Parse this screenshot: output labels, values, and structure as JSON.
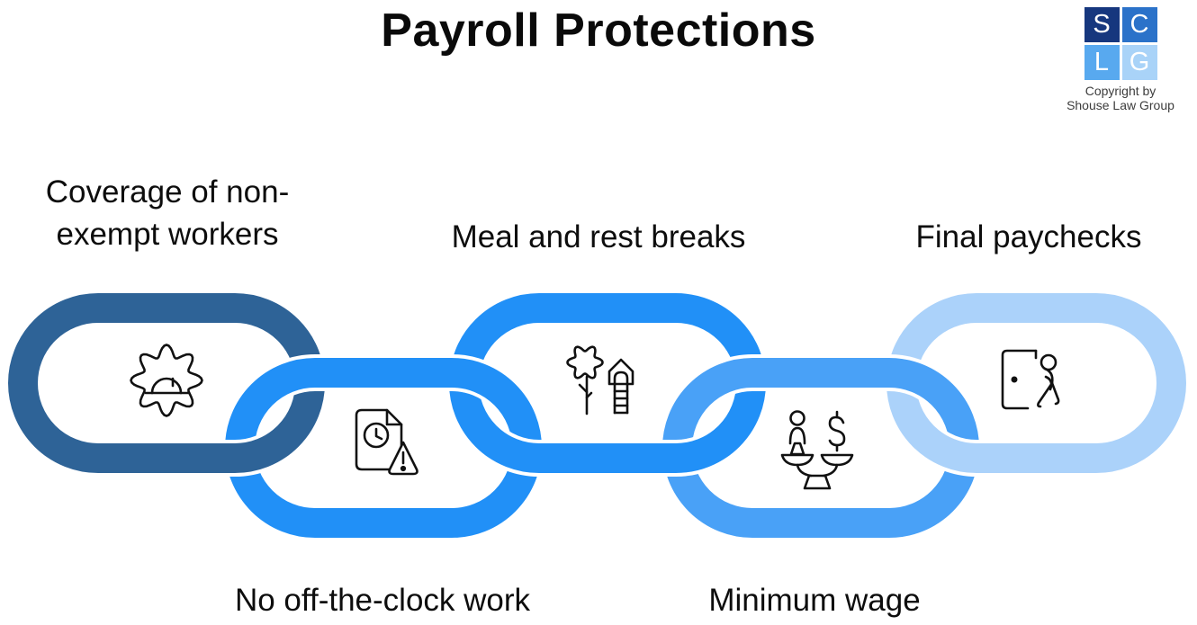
{
  "title": "Payroll Protections",
  "logo": {
    "squares": [
      {
        "letter": "S",
        "color": "#16377E"
      },
      {
        "letter": "C",
        "color": "#2B72C9"
      },
      {
        "letter": "L",
        "color": "#58A9EF"
      },
      {
        "letter": "G",
        "color": "#A9D3F8"
      }
    ],
    "copyright_lines": [
      "Copyright by",
      "Shouse Law Group"
    ]
  },
  "chain": {
    "halo_color": "#FFFFFF",
    "icon_stroke_color": "#111111",
    "links": [
      {
        "id": "coverage",
        "label": "Coverage of non-exempt workers",
        "label_lines": [
          "Coverage of non-",
          "exempt workers"
        ],
        "color": "#2E6397",
        "icon": "hardhat-gear",
        "row": "top"
      },
      {
        "id": "off-the-clock",
        "label": "No off-the-clock work",
        "label_lines": [
          "No off-the-clock work"
        ],
        "color": "#2190F7",
        "icon": "timesheet-warning",
        "row": "bottom"
      },
      {
        "id": "breaks",
        "label": "Meal and rest breaks",
        "label_lines": [
          "Meal and rest breaks"
        ],
        "color": "#2190F7",
        "icon": "tree-playground",
        "row": "top"
      },
      {
        "id": "minimum-wage",
        "label": "Minimum wage",
        "label_lines": [
          "Minimum wage"
        ],
        "color": "#49A1F7",
        "icon": "wage-scale",
        "row": "bottom"
      },
      {
        "id": "final-paychecks",
        "label": "Final paychecks",
        "label_lines": [
          "Final paychecks"
        ],
        "color": "#ABD2FA",
        "icon": "door-exit",
        "row": "top"
      }
    ]
  }
}
